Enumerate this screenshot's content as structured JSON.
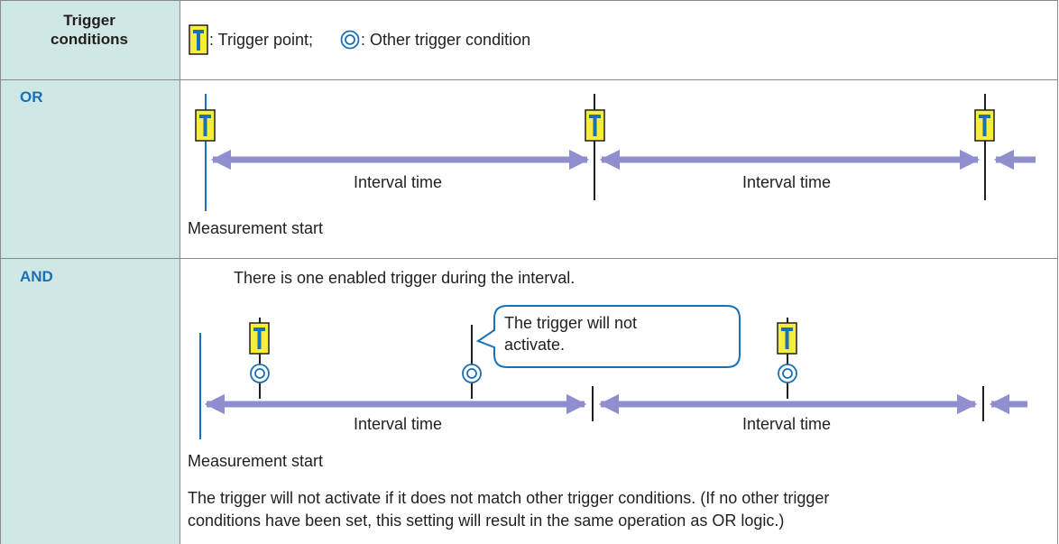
{
  "header": {
    "title_line1": "Trigger",
    "title_line2": "conditions",
    "legend_point": ": Trigger point;",
    "legend_other": ": Other trigger condition",
    "legend_point_icon": "trigger-point-icon",
    "legend_other_icon": "other-trigger-condition-icon"
  },
  "or_row": {
    "title": "OR",
    "interval_labels": [
      "Interval time",
      "Interval time"
    ],
    "start_label": "Measurement start"
  },
  "and_row": {
    "title": "AND",
    "intro": "There is one enabled trigger during the interval.",
    "callout_line1": "The trigger will not",
    "callout_line2": "activate.",
    "interval_labels": [
      "Interval time",
      "Interval time"
    ],
    "start_label": "Measurement start",
    "note_line1": "The trigger will not activate if it does not match other trigger conditions. (If no other trigger",
    "note_line2": "conditions have been set, this setting will result in the same operation as OR logic.)"
  },
  "colors": {
    "label_bg": "#cfe8e6",
    "title_blue": "#1a6fb5",
    "arrow": "#8f8fd0",
    "marker_fill": "#f5ee3c",
    "marker_letter": "#1a6fb5",
    "start_line": "#1a6fb5"
  }
}
